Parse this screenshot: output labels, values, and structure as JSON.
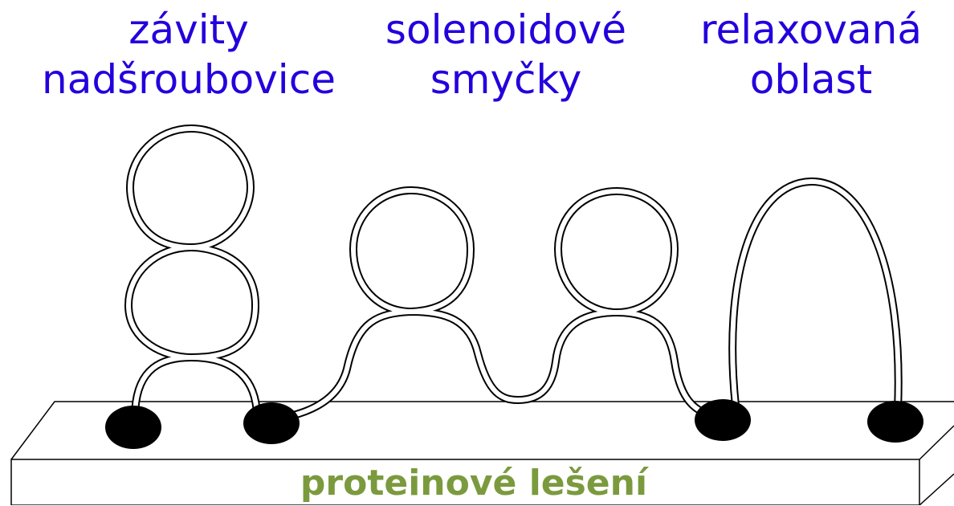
{
  "labels": {
    "supercoil": {
      "line1": "závity",
      "line2": "nadšroubovice"
    },
    "solenoid": {
      "line1": "solenoidové",
      "line2": "smyčky"
    },
    "relaxed": {
      "line1": "relaxovaná",
      "line2": "oblast"
    },
    "scaffold": "proteinové lešení"
  },
  "colors": {
    "label_text": "#2200dd",
    "scaffold_text": "#7b9a3e",
    "line": "#000000",
    "anchor": "#000000"
  }
}
